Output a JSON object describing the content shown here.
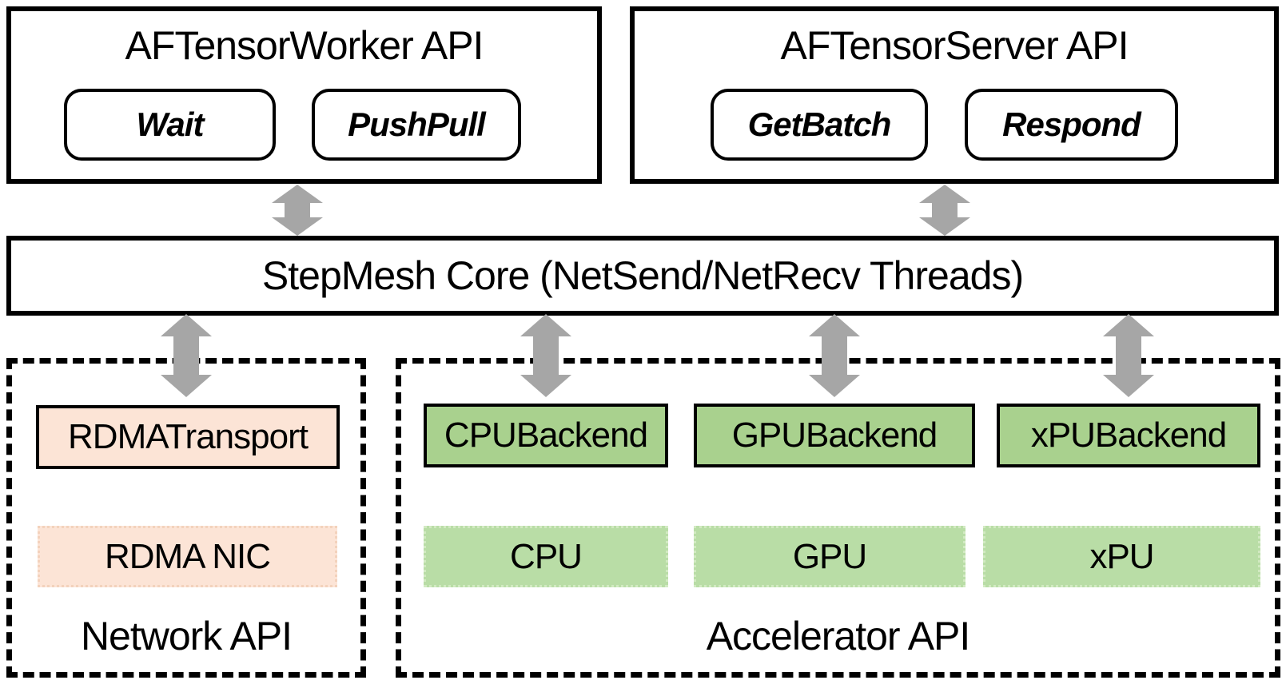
{
  "colors": {
    "ink": "#000000",
    "arrow_gray": "#a6a6a6",
    "backend_green": "#a9d18e",
    "device_green": "#b9dda6",
    "device_green_border": "#d2eac2",
    "peach": "#fce4d6",
    "peach_border": "#f3d2bc"
  },
  "worker_api": {
    "title": "AFTensorWorker API",
    "ops": [
      "Wait",
      "PushPull"
    ]
  },
  "server_api": {
    "title": "AFTensorServer API",
    "ops": [
      "GetBatch",
      "Respond"
    ]
  },
  "core": {
    "label": "StepMesh Core (NetSend/NetRecv Threads)"
  },
  "network_api": {
    "label": "Network API",
    "transport_label": "RDMATransport",
    "device_label": "RDMA NIC"
  },
  "accelerator_api": {
    "label": "Accelerator API",
    "backends": [
      "CPUBackend",
      "GPUBackend",
      "xPUBackend"
    ],
    "devices": [
      "CPU",
      "GPU",
      "xPU"
    ]
  },
  "icons": {
    "connector": "updown-bidirectional-arrow"
  }
}
